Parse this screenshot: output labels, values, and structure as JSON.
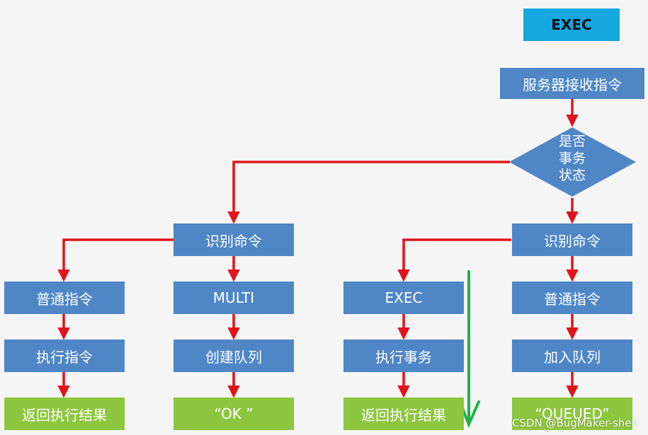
{
  "title_tag": "EXEC",
  "top": {
    "receive": "服务器接收指令",
    "decision": [
      "是否",
      "事务",
      "状态"
    ]
  },
  "left_branch": {
    "identify": "识别命令",
    "normal": {
      "cmd": "普通指令",
      "exec": "执行指令",
      "result": "返回执行结果"
    },
    "multi": {
      "cmd": "MULTI",
      "create": "创建队列",
      "result": "“OK ”"
    }
  },
  "right_branch": {
    "identify": "识别命令",
    "exec": {
      "cmd": "EXEC",
      "run": "执行事务",
      "result": "返回执行结果"
    },
    "normal": {
      "cmd": "普通指令",
      "enqueue": "加入队列",
      "result": "“QUEUED”"
    }
  },
  "watermark": "CSDN @BugMaker-shen",
  "colors": {
    "arrow": "#e0141b",
    "box_blue": "#4f86c6",
    "box_green": "#8dc63f",
    "title_bg": "#14a7e0",
    "pen": "#22b04a"
  }
}
